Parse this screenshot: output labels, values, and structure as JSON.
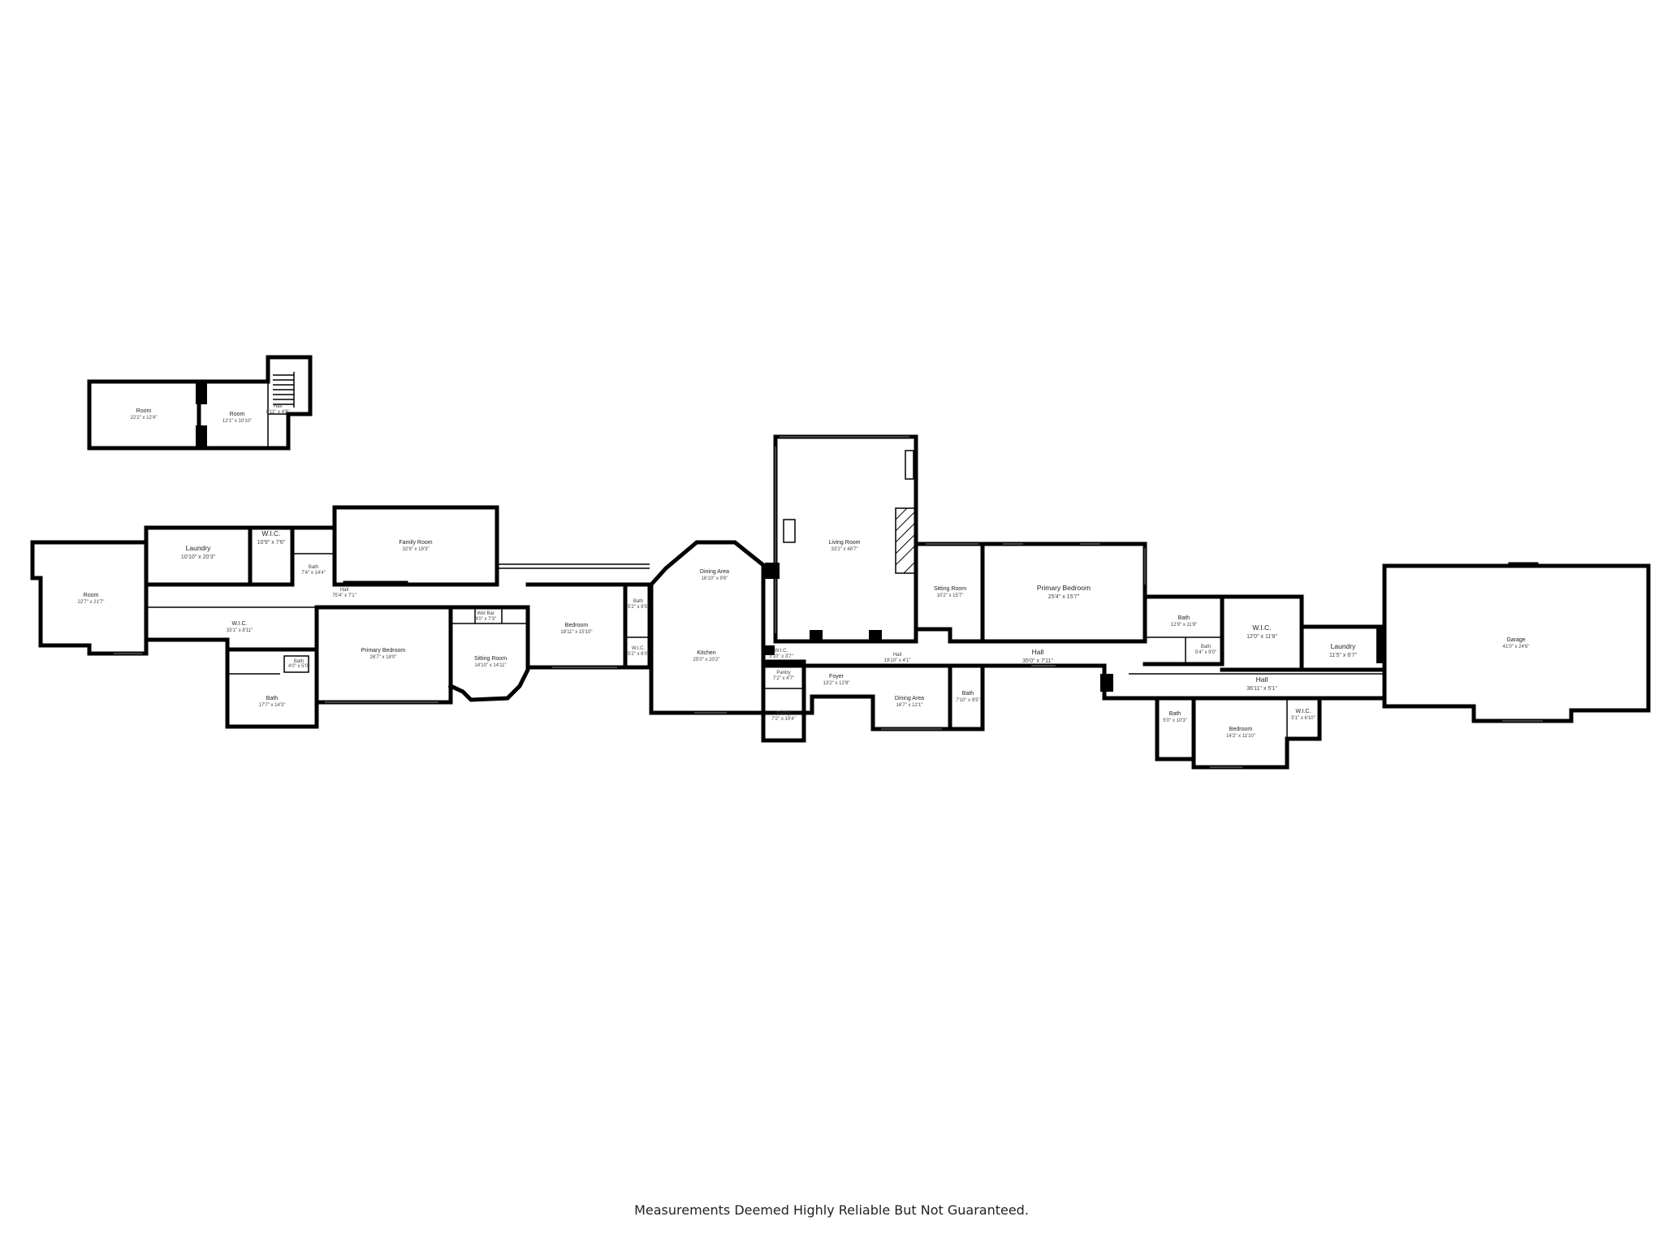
{
  "disclaimer": "Measurements Deemed Highly Reliable But Not Guaranteed.",
  "rooms": [
    {
      "id": "upper-room-left",
      "name": "Room",
      "dims": "22'2\" x 12'4\""
    },
    {
      "id": "upper-room-right",
      "name": "Room",
      "dims": "12'1\" x 10'10\""
    },
    {
      "id": "upper-hall",
      "name": "Hall",
      "dims": "8'11\" x 4'8\""
    },
    {
      "id": "room-west",
      "name": "Room",
      "dims": "22'7\" x 21'7\""
    },
    {
      "id": "laundry-west",
      "name": "Laundry",
      "dims": "10'10\" x 20'3\""
    },
    {
      "id": "wic-west-top",
      "name": "W.I.C.",
      "dims": "10'9\" x 7'6\""
    },
    {
      "id": "bath-small-west",
      "name": "Bath",
      "dims": "7'4\" x 14'4\""
    },
    {
      "id": "family-room",
      "name": "Family Room",
      "dims": "32'9\" x 19'3\""
    },
    {
      "id": "hall-west",
      "name": "Hall",
      "dims": "75'4\" x 7'1\""
    },
    {
      "id": "wic-west-long",
      "name": "W.I.C.",
      "dims": "33'1\" x 8'11\""
    },
    {
      "id": "bath-west",
      "name": "Bath",
      "dims": "17'7\" x 14'3\""
    },
    {
      "id": "bath-tiny-west",
      "name": "Bath",
      "dims": "4'0\" x 5'0\""
    },
    {
      "id": "primary-bedroom-west",
      "name": "Primary Bedroom",
      "dims": "26'7\" x 18'0\""
    },
    {
      "id": "wet-bar",
      "name": "Wet Bar",
      "dims": "4'0\" x 7'3\""
    },
    {
      "id": "sitting-room-west",
      "name": "Sitting Room",
      "dims": "14'10\" x 14'11\""
    },
    {
      "id": "bedroom-center-west",
      "name": "Bedroom",
      "dims": "18'11\" x 15'10\""
    },
    {
      "id": "bath-center",
      "name": "Bath",
      "dims": "5'2\" x 9'5\""
    },
    {
      "id": "wic-center",
      "name": "W.I.C.",
      "dims": "5'2\" x 6'0\""
    },
    {
      "id": "dining-area-north",
      "name": "Dining Area",
      "dims": "16'10\" x 9'8\""
    },
    {
      "id": "kitchen",
      "name": "Kitchen",
      "dims": "25'0\" x 20'2\""
    },
    {
      "id": "living-room",
      "name": "Living Room",
      "dims": "33'2\" x 48'7\""
    },
    {
      "id": "wic-foyer",
      "name": "W.I.C.",
      "dims": "3'10\" x 3'7\""
    },
    {
      "id": "pantry-top",
      "name": "Pantry",
      "dims": "7'2\" x 4'7\""
    },
    {
      "id": "pantry",
      "name": "Pantry",
      "dims": "7'2\" x 10'4\""
    },
    {
      "id": "foyer",
      "name": "Foyer",
      "dims": "13'2\" x 12'9\""
    },
    {
      "id": "hall-foyer",
      "name": "Hall",
      "dims": "19'10\" x 4'1\""
    },
    {
      "id": "dining-area-south",
      "name": "Dining Area",
      "dims": "16'7\" x 12'1\""
    },
    {
      "id": "sitting-room-east",
      "name": "Sitting Room",
      "dims": "10'2\" x 15'7\""
    },
    {
      "id": "primary-bedroom-east",
      "name": "Primary Bedroom",
      "dims": "25'4\" x 15'7\""
    },
    {
      "id": "hall-east",
      "name": "Hall",
      "dims": "35'0\" x 7'11\""
    },
    {
      "id": "bath-east-south",
      "name": "Bath",
      "dims": "7'10\" x 9'5\""
    },
    {
      "id": "bath-east-top",
      "name": "Bath",
      "dims": "12'9\" x 11'8\""
    },
    {
      "id": "bath-east-small",
      "name": "Bath",
      "dims": "5'4\" x 9'0\""
    },
    {
      "id": "wic-east",
      "name": "W.I.C.",
      "dims": "12'0\" x 11'8\""
    },
    {
      "id": "laundry-east",
      "name": "Laundry",
      "dims": "11'5\" x 6'7\""
    },
    {
      "id": "hall-far-east",
      "name": "Hall",
      "dims": "36'11\" x 5'1\""
    },
    {
      "id": "bath-east-bottom",
      "name": "Bath",
      "dims": "5'0\" x 10'3\""
    },
    {
      "id": "bedroom-east",
      "name": "Bedroom",
      "dims": "14'2\" x 11'10\""
    },
    {
      "id": "wic-east-bottom",
      "name": "W.I.C.",
      "dims": "5'1\" x 6'10\""
    },
    {
      "id": "garage",
      "name": "Garage",
      "dims": "41'0\" x 24'6\""
    }
  ]
}
